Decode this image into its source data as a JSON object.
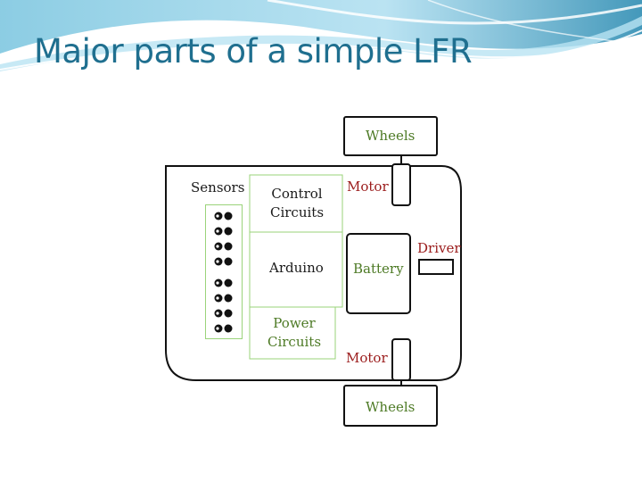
{
  "slide": {
    "title": "Major parts of a simple LFR",
    "theme_color": "#1f6f8f"
  },
  "diagram": {
    "wheels_top": "Wheels",
    "wheels_bottom": "Wheels",
    "sensors": "Sensors",
    "control_circuits": "Control Circuits",
    "arduino": "Arduino",
    "power_circuits": "Power Circuits",
    "motor_top": "Motor",
    "motor_bottom": "Motor",
    "battery": "Battery",
    "driver": "Driver",
    "sensor_count": 8,
    "colors": {
      "label_dark": "#1a1a1a",
      "label_green": "#4d7a25",
      "label_red": "#9b1c1c"
    }
  }
}
